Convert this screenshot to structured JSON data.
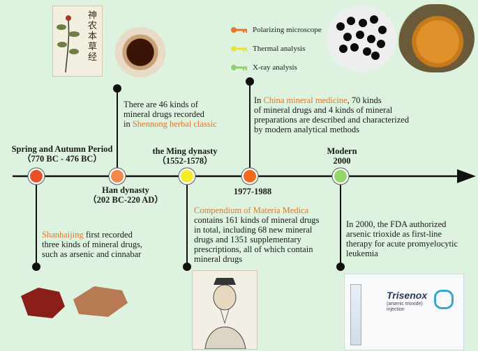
{
  "legend": [
    {
      "label": "Polarizing microscope",
      "color": "#e2762a",
      "icon": "key-icon"
    },
    {
      "label": "Thermal analysis",
      "color": "#e6e23a",
      "icon": "key-icon"
    },
    {
      "label": "X-ray analysis",
      "color": "#8fd06a",
      "icon": "key-icon"
    }
  ],
  "periods": [
    {
      "name": "Spring and Autumn Period",
      "years": "（770 BC - 476 BC）",
      "color": "#e8522a"
    },
    {
      "name": "Han dynasty",
      "years": "（202 BC-220 AD）",
      "color": "#f08a4c"
    },
    {
      "name": "the Ming dynasty",
      "years": "（1552-1578）",
      "color": "#f3ea2a"
    },
    {
      "name": "",
      "years": "1977-1988",
      "color": "#ee6a1a"
    },
    {
      "name": "Modern",
      "years": "2000",
      "color": "#92d66a"
    }
  ],
  "notes": {
    "han": {
      "pre": "There are 46 kinds of\nmineral drugs recorded\nin ",
      "hl": "Shennong herbal classic",
      "post": ""
    },
    "china": {
      "pre": "In ",
      "hl": "China mineral medicine",
      "post": ", 70 kinds\nof mineral drugs and 4 kinds of mineral\npreparations are described and characterized\nby modern analytical methods"
    },
    "shan": {
      "pre": "",
      "hl": "Shanhaijing",
      "post": " first recorded\nthree kinds of mineral drugs,\nsuch as arsenic and cinnabar"
    },
    "ming": {
      "pre": "",
      "hl": "Compendium of Materia Medica",
      "post": "\ncontains 161 kinds of mineral drugs\nin total, including 68 new mineral\ndrugs and 1351 supplementary\nprescriptions, all of which contain\nmineral drugs"
    },
    "modern": {
      "pre": "In 2000, the FDA authorized\narsenic trioxide as first-line\ntherapy for acute promyelocytic\nleukemia",
      "hl": "",
      "post": ""
    }
  },
  "images": {
    "book_title": "神农本草经",
    "drug_name": "Trisenox",
    "drug_sub": "(arsenic trioxide)\ninjection"
  }
}
